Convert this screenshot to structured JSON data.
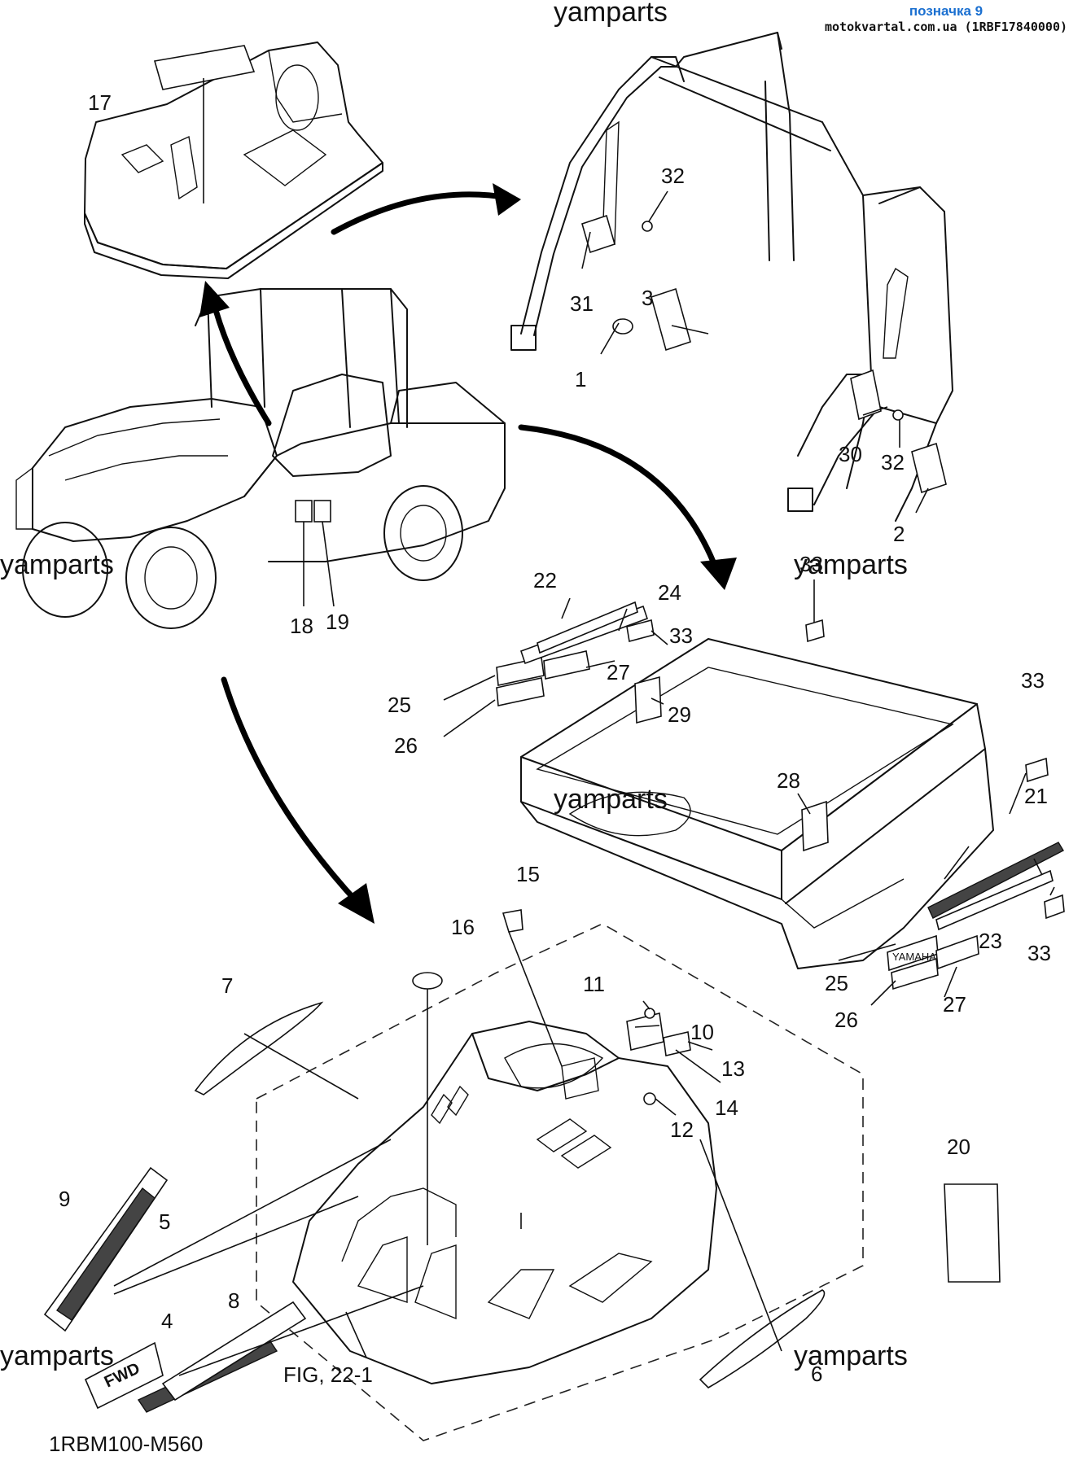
{
  "header": {
    "title": "позначка 9",
    "subtitle": "motokvartal.com.ua (1RBF17840000)"
  },
  "watermark": "yamparts",
  "figure_ref": "FIG, 22-1",
  "drawing_code": "1RBM100-M560",
  "decal_text": {
    "fwd": "FWD",
    "brand": "YAMAHA"
  },
  "callouts": {
    "c1": "1",
    "c2": "2",
    "c3": "3",
    "c4": "4",
    "c5": "5",
    "c6": "6",
    "c7": "7",
    "c8": "8",
    "c9": "9",
    "c10": "10",
    "c11": "11",
    "c12": "12",
    "c13": "13",
    "c14": "14",
    "c15": "15",
    "c16": "16",
    "c17": "17",
    "c18": "18",
    "c19": "19",
    "c20": "20",
    "c21": "21",
    "c22": "22",
    "c23": "23",
    "c24": "24",
    "c25": "25",
    "c26": "26",
    "c27": "27",
    "c28": "28",
    "c29": "29",
    "c30": "30",
    "c31": "31",
    "c32": "32",
    "c33": "33"
  }
}
